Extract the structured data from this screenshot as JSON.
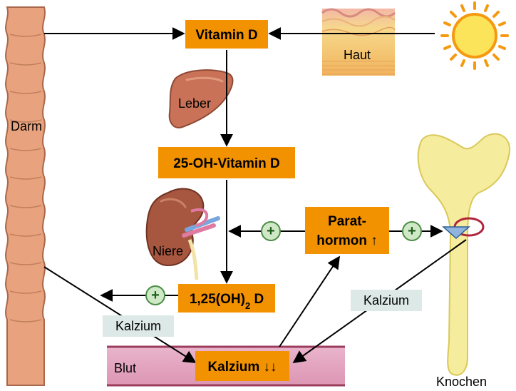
{
  "nodes": {
    "vitamin_d": "Vitamin D",
    "hydroxy_vitamin_d": "25-OH-Vitamin D",
    "calcitriol_main": "1,25(OH)",
    "calcitriol_sub": "2",
    "calcitriol_tail": " D",
    "parathormon_line1": "Parat-",
    "parathormon_line2": "hormon ↑",
    "blood_calcium": "Kalzium ↓↓"
  },
  "organs": {
    "gut": "Darm",
    "skin": "Haut",
    "liver": "Leber",
    "kidney": "Niere",
    "blood": "Blut",
    "bone": "Knochen"
  },
  "flow_labels": {
    "gut_calcium": "Kalzium",
    "bone_calcium": "Kalzium"
  },
  "symbols": {
    "plus": "+",
    "sun": "sun-icon",
    "receptor": "receptor-icon"
  },
  "colors": {
    "box": "#f39200",
    "gut": "#e8a37e",
    "gut_stroke": "#a8674a",
    "skin_top": "#f6d98c",
    "skin_bottom": "#f1b35c",
    "liver": "#c97257",
    "kidney": "#a7573f",
    "blood": "#e3a4bf",
    "blood_stroke": "#9b3c5c",
    "bone": "#f6ec9d",
    "bone_stroke": "#d9c85a",
    "sun": "#f59a10",
    "plus_fill": "#cfe9c6",
    "plus_stroke": "#4a8c45",
    "callout": "#dde9e6",
    "receptor": "#8fb4dd",
    "ring": "#b0243a"
  }
}
